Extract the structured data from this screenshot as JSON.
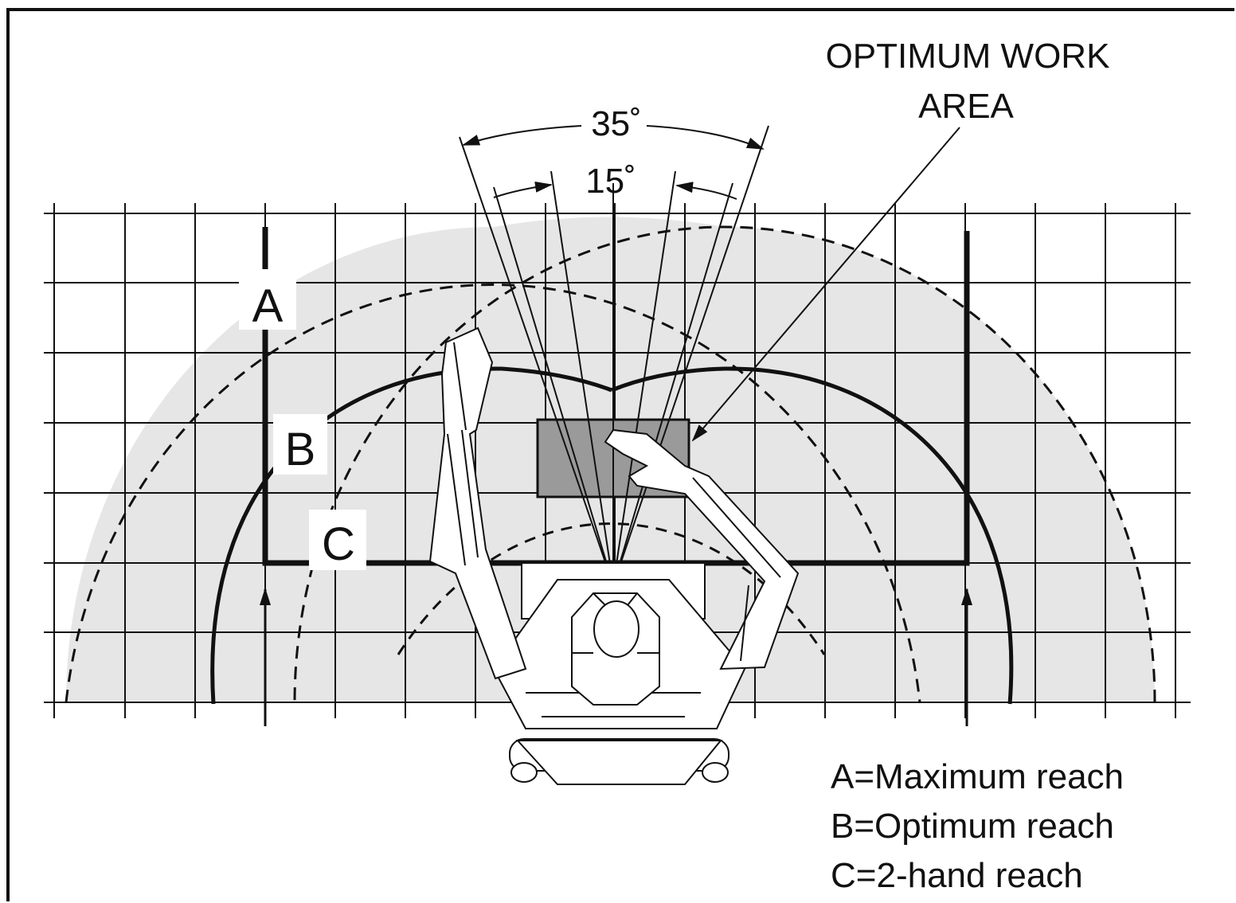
{
  "callout": {
    "line1": "OPTIMUM WORK",
    "line2": "AREA"
  },
  "angles": {
    "outer": "35˚",
    "inner": "15˚"
  },
  "zones": {
    "a": "A",
    "b": "B",
    "c": "C"
  },
  "legend": {
    "a": "A=Maximum reach",
    "b": "B=Optimum reach",
    "c": "C=2-hand reach"
  },
  "colors": {
    "reach_fill": "#e6e6e6",
    "work_area_fill": "#9a9a9a",
    "line": "#111111"
  }
}
